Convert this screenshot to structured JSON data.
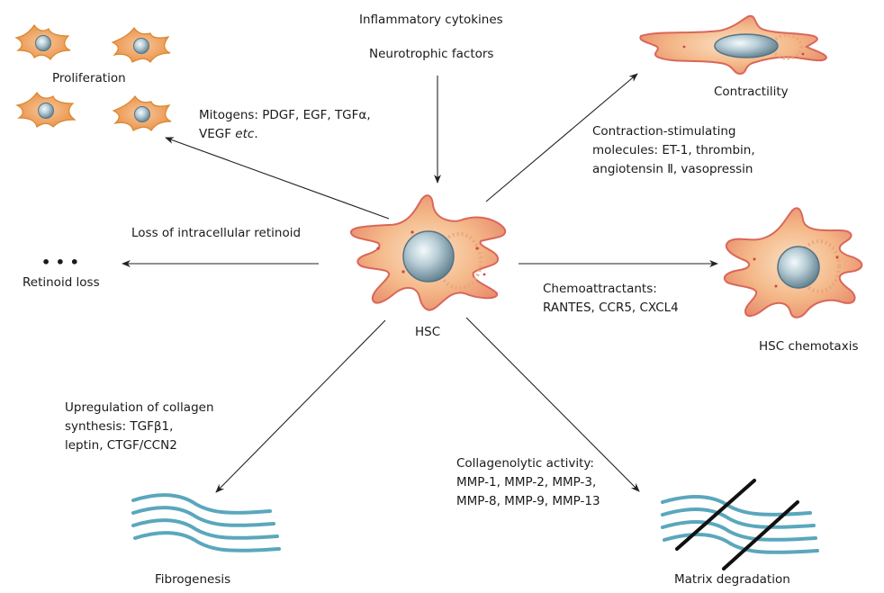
{
  "center_label": "HSC",
  "top_inputs": [
    "Inflammatory cytokines",
    "Neurotrophic factors"
  ],
  "proliferation": {
    "outcome": "Proliferation",
    "stimulus_prefix": "Mitogens: PDGF, EGF, TGF",
    "stimulus_alpha": "α",
    "stimulus_suffix": ",",
    "stimulus_line2_prefix": "VEGF ",
    "stimulus_line2_italic": "etc",
    "stimulus_line2_suffix": "."
  },
  "contractility": {
    "outcome": "Contractility",
    "stimulus_lines": [
      "Contraction-stimulating",
      "molecules: ET-1, thrombin,",
      "angiotensin Ⅱ, vasopressin"
    ]
  },
  "retinoid": {
    "outcome": "Retinoid loss",
    "stimulus": "Loss of intracellular retinoid",
    "dots": "• • •"
  },
  "chemotaxis": {
    "outcome": "HSC chemotaxis",
    "stimulus_lines": [
      "Chemoattractants:",
      "RANTES, CCR5, CXCL4"
    ]
  },
  "fibrogenesis": {
    "outcome": "Fibrogenesis",
    "stimulus_lines": [
      "Upregulation of collagen",
      "synthesis: TGFβ1,",
      "leptin, CTGF/CCN2"
    ]
  },
  "degradation": {
    "outcome": "Matrix degradation",
    "stimulus_lines": [
      "Collagenolytic activity:",
      "MMP-1, MMP-2, MMP-3,",
      "MMP-8, MMP-9, MMP-13"
    ]
  },
  "colors": {
    "cell_fill": "#f3b37e",
    "cell_edge": "#d9675a",
    "nucleus": "#8fa9b6",
    "fiber": "#5aa7bd",
    "arrow": "#222222"
  }
}
